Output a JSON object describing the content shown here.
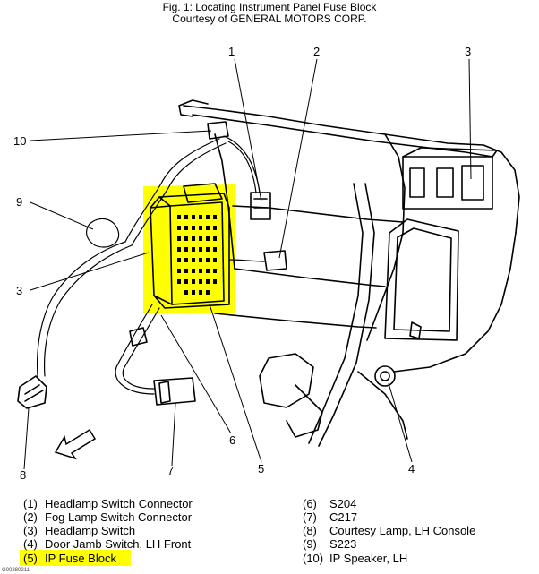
{
  "header": {
    "title": "Fig. 1: Locating Instrument Panel Fuse Block",
    "credit": "Courtesy of GENERAL MOTORS CORP."
  },
  "callouts": [
    "1",
    "2",
    "3",
    "4",
    "5",
    "6",
    "7",
    "8",
    "9",
    "10",
    "3"
  ],
  "legend_left": [
    {
      "num": "(1)",
      "text": "Headlamp Switch Connector"
    },
    {
      "num": "(2)",
      "text": "Fog Lamp Switch Connector"
    },
    {
      "num": "(3)",
      "text": "Headlamp Switch"
    },
    {
      "num": "(4)",
      "text": "Door Jamb Switch, LH Front"
    },
    {
      "num": "(5)",
      "text": "IP Fuse Block"
    }
  ],
  "legend_right": [
    {
      "num": "(6)",
      "text": "S204"
    },
    {
      "num": "(7)",
      "text": "C217"
    },
    {
      "num": "(8)",
      "text": "Courtesy Lamp, LH Console"
    },
    {
      "num": "(9)",
      "text": "S223"
    },
    {
      "num": "(10)",
      "text": "IP Speaker, LH"
    }
  ],
  "highlight_color": "#ffff00",
  "footer_code": "G00280211"
}
